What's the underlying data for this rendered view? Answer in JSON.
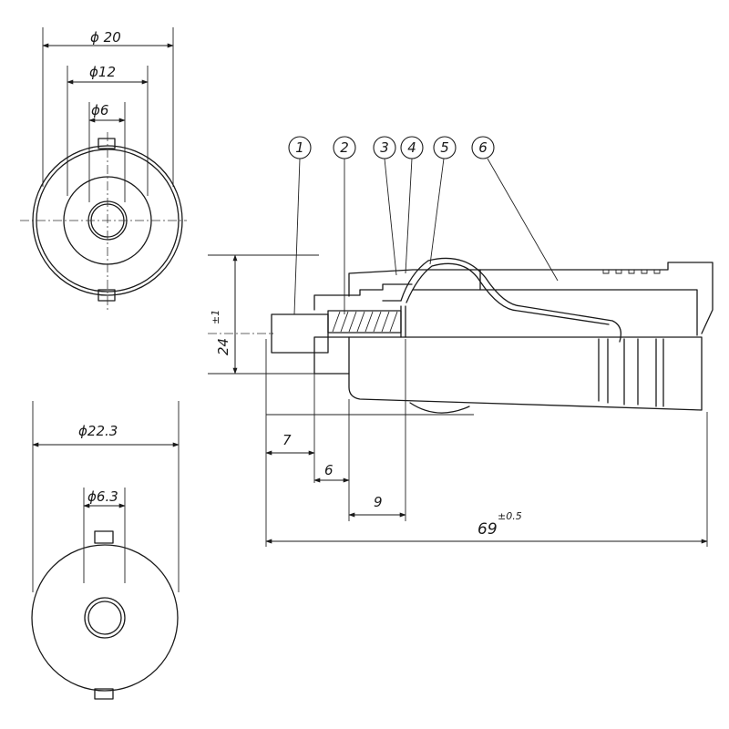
{
  "dimensions": {
    "top_outer_dia": "ϕ 20",
    "top_mid_dia": "ϕ12",
    "top_inner_dia": "ϕ6",
    "bottom_outer_dia": "ϕ22.3",
    "bottom_inner_dia": "ϕ6.3",
    "height": "24",
    "height_tol": "±1",
    "len_7": "7",
    "len_6": "6",
    "len_9": "9",
    "total_length": "69",
    "total_length_tol": "±0.5"
  },
  "callouts": [
    "1",
    "2",
    "3",
    "4",
    "5",
    "6"
  ]
}
